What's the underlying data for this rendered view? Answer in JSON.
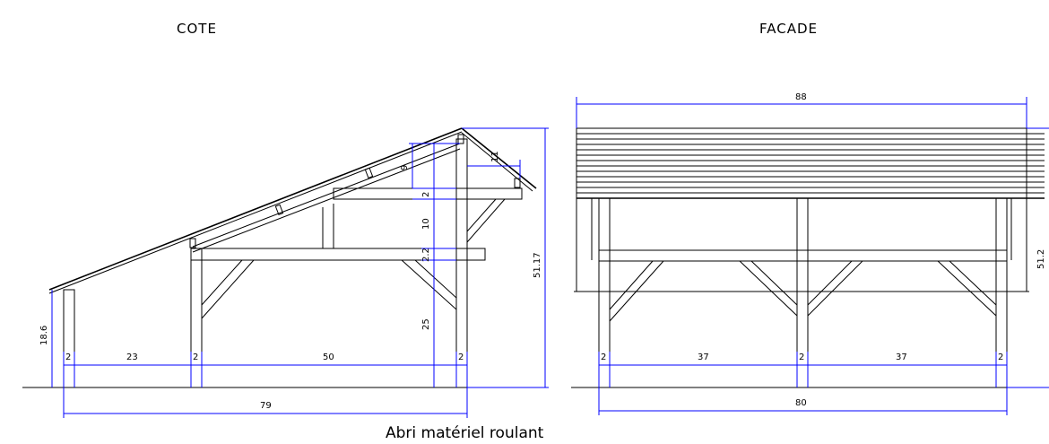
{
  "titles": {
    "side": "COTE",
    "front": "FACADE"
  },
  "caption": "Abri matériel roulant",
  "side_dims": {
    "post_w_1": "2",
    "post_w_2": "2",
    "post_w_3": "2",
    "span_left": "23",
    "span_right": "50",
    "total": "79",
    "wall_h": "18.6",
    "total_h": "51.17",
    "h_25": "25",
    "h_22": "2.2",
    "h_10": "10",
    "h_2": "2",
    "h_9": "9",
    "overhang": "11"
  },
  "front_dims": {
    "post_w_1": "2",
    "post_w_2": "2",
    "post_w_3": "2",
    "span_1": "37",
    "span_2": "37",
    "total": "80",
    "roof_w": "88",
    "height": "51.2"
  },
  "colors": {
    "lines": "#000000",
    "dimensions": "#0000ff"
  }
}
